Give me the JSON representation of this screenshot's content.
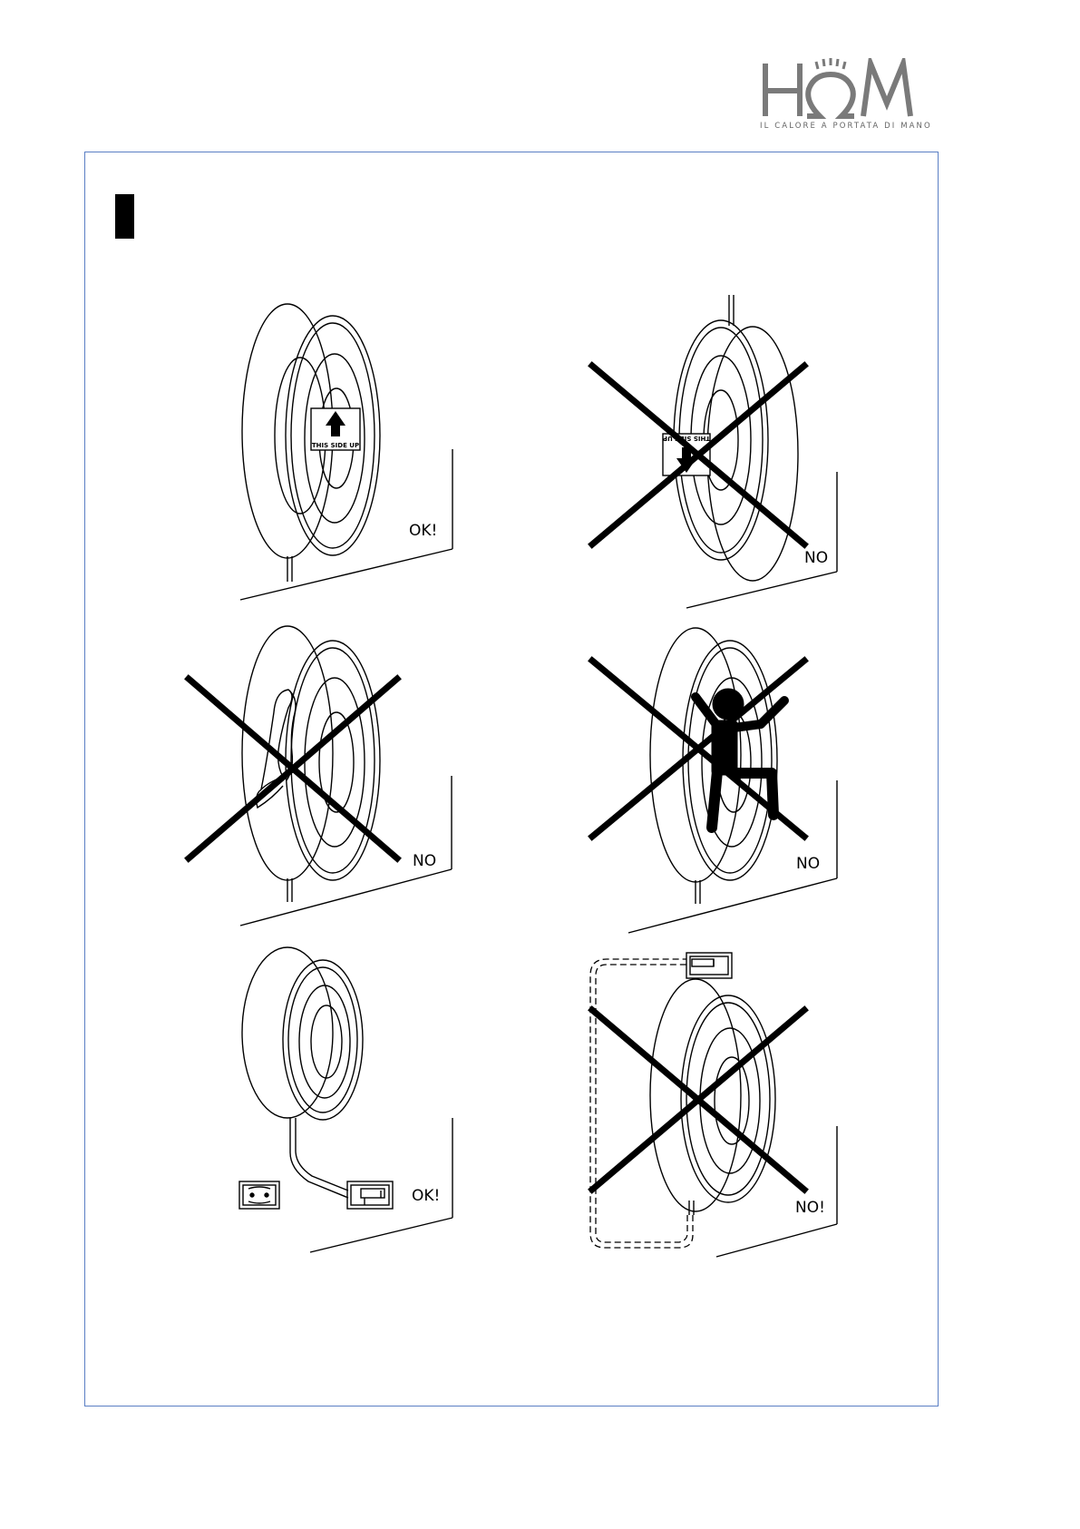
{
  "brand": {
    "logo_text": "HOM",
    "tagline": "IL CALORE A PORTATA DI MANO",
    "logo_color": "#7a7a7a"
  },
  "frame_color": "#5b7fc4",
  "panels": [
    {
      "id": "mount-upright",
      "verdict": "OK!",
      "sign_text": "THIS SIDE UP"
    },
    {
      "id": "mount-upside-down",
      "verdict": "NO",
      "sign_text": "THIS SIDE UP"
    },
    {
      "id": "cover-with-cloth",
      "verdict": "NO"
    },
    {
      "id": "climb-on-heater",
      "verdict": "NO"
    },
    {
      "id": "cord-to-socket",
      "verdict": "OK!"
    },
    {
      "id": "cord-behind-heater",
      "verdict": "NO!"
    }
  ],
  "icons": [
    "up-arrow-icon",
    "prohibited-cross-icon",
    "person-climbing-icon",
    "electric-plug-icon",
    "wall-socket-icon"
  ]
}
